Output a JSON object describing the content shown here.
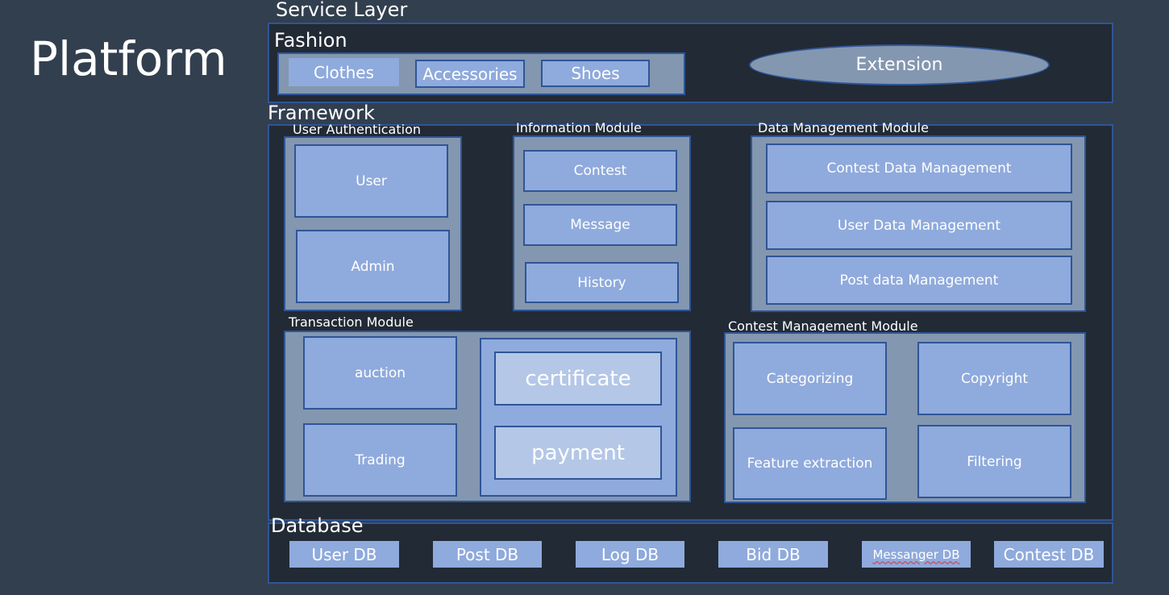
{
  "platform_title": "Platform",
  "service_layer": {
    "title": "Service Layer",
    "fashion": {
      "title": "Fashion",
      "items": [
        "Clothes",
        "Accessories",
        "Shoes"
      ]
    },
    "extension": "Extension"
  },
  "framework": {
    "title": "Framework",
    "user_authentication": {
      "title": "User Authentication",
      "items": [
        "User",
        "Admin"
      ]
    },
    "information_module": {
      "title": "Information Module",
      "items": [
        "Contest",
        "Message",
        "History"
      ]
    },
    "data_management_module": {
      "title": "Data Management Module",
      "items": [
        "Contest Data Management",
        "User Data Management",
        "Post data Management"
      ]
    },
    "transaction_module": {
      "title": "Transaction Module",
      "items": [
        "auction",
        "Trading",
        "certificate",
        "payment"
      ]
    },
    "contest_management_module": {
      "title": "Contest Management Module",
      "items": [
        "Categorizing",
        "Copyright",
        "Feature extraction",
        "Filtering"
      ]
    }
  },
  "database": {
    "title": "Database",
    "items": [
      "User DB",
      "Post DB",
      "Log DB",
      "Bid DB",
      "Messanger DB",
      "Contest DB"
    ]
  },
  "colors": {
    "background": "#323f4f",
    "frame_fill": "#222a35",
    "border": "#2f5597",
    "group_fill": "#8497b0",
    "box_fill": "#8faadc",
    "box_light_fill": "#b4c7e7"
  }
}
